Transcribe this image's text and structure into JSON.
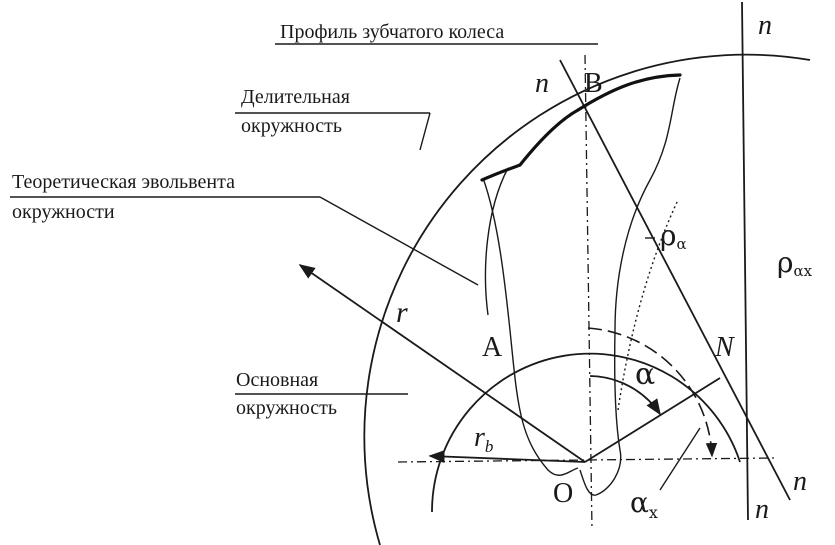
{
  "labels": {
    "title": "Профиль зубчатого колеса",
    "pitch_line1": "Делительная",
    "pitch_line2": "окружность",
    "involute_line1": "Теоретическая эвольвента",
    "involute_line2": "окружности",
    "base_line1": "Основная",
    "base_line2": "окружность"
  },
  "points": {
    "A": "A",
    "B": "B",
    "N": "N",
    "O": "O"
  },
  "symbols": {
    "n_top_left": "n",
    "n_top_right": "n",
    "n_bottom_right": "n",
    "n_bottom": "n",
    "r": "r",
    "r_b_main": "r",
    "r_b_sub": "b",
    "alpha": "α",
    "alpha_x_main": "α",
    "alpha_x_sub": "x",
    "rho_alpha_main": "ρ",
    "rho_alpha_sub": "α",
    "rho_alphax_main": "ρ",
    "rho_alphax_sub": "αx"
  }
}
